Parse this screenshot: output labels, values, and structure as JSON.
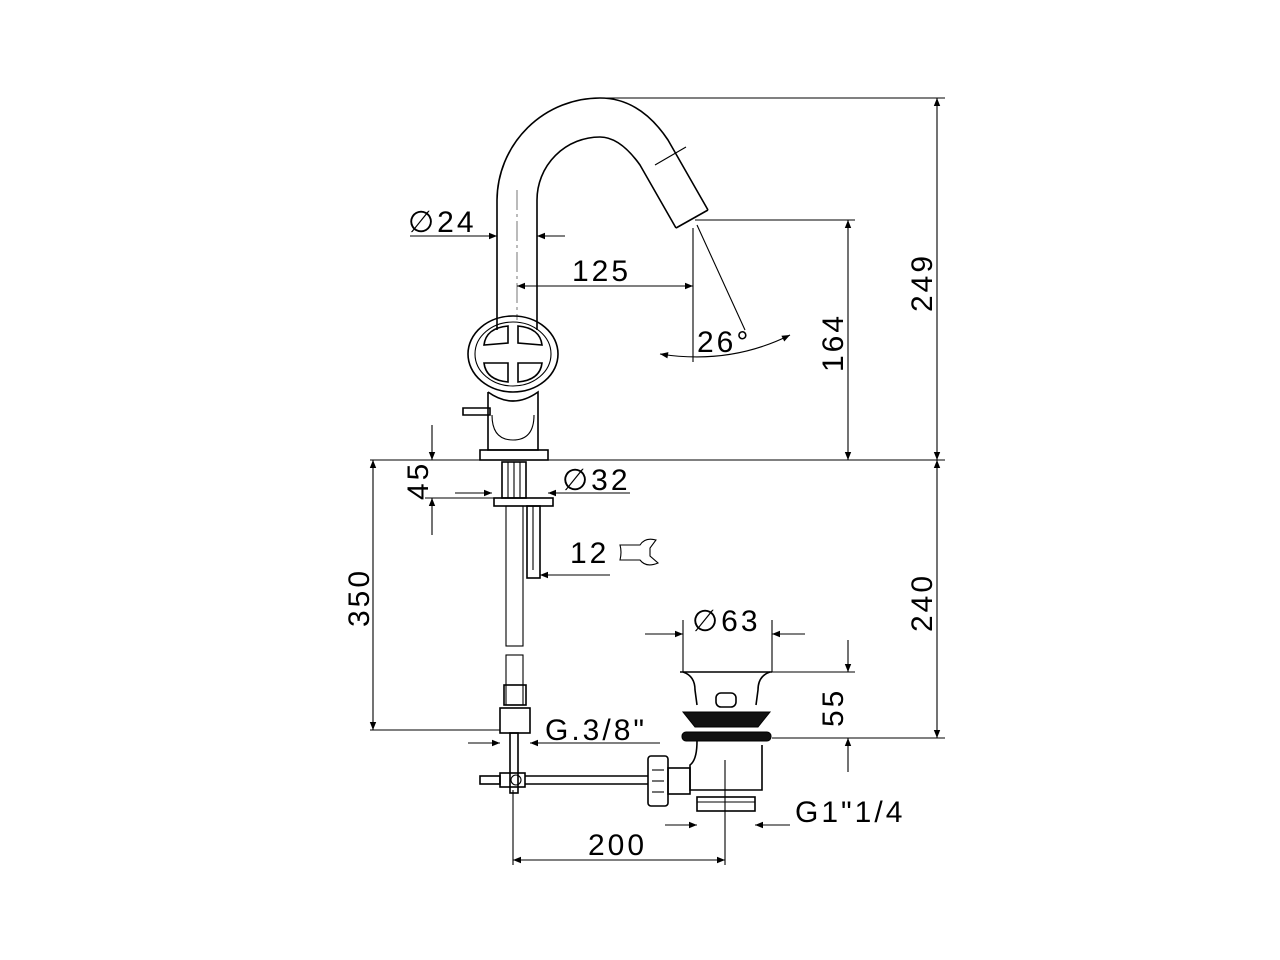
{
  "drawing": {
    "dimensions": {
      "spout_diameter": "∅24",
      "spout_reach": "125",
      "spout_angle": "26°",
      "spout_height": "164",
      "total_height": "249",
      "mounting_thickness": "45",
      "hole_diameter": "∅32",
      "wrench_size": "12",
      "hose_length": "350",
      "waste_depth": "240",
      "waste_diameter": "∅63",
      "waste_height": "55",
      "hose_thread": "G.3/8\"",
      "waste_thread": "G1\"1/4",
      "rod_length": "200"
    },
    "icons": [
      "wrench-icon",
      "diameter-symbol"
    ],
    "colors": {
      "line": "#000000",
      "background": "#ffffff"
    }
  }
}
